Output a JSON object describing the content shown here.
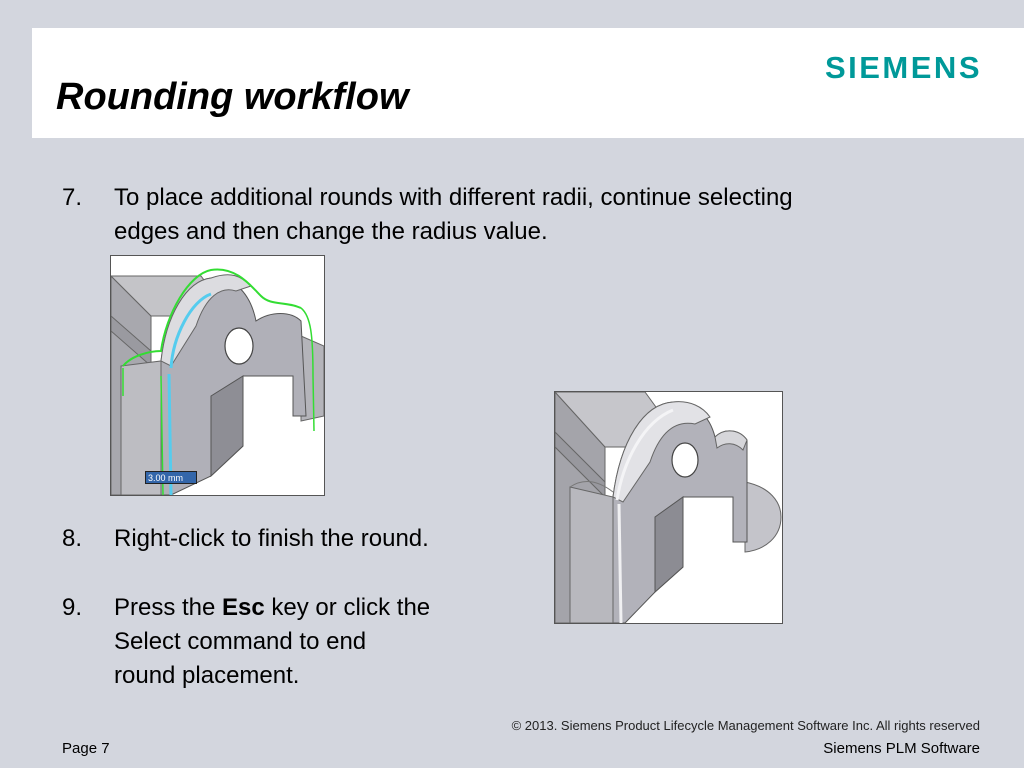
{
  "header": {
    "title": "Rounding workflow",
    "logo_text": "SIEMENS",
    "logo_color": "#009999"
  },
  "steps": [
    {
      "number": "7.",
      "lines": [
        "To place additional rounds with different radii, continue selecting",
        "edges and then change the radius value."
      ]
    },
    {
      "number": "8.",
      "lines": [
        "Right-click to finish the round."
      ]
    },
    {
      "number": "9.",
      "prefix": "Press the ",
      "key": "Esc",
      "suffix": " key or click the",
      "lines": [
        "Select command to end",
        "round placement."
      ]
    }
  ],
  "images": {
    "left": {
      "radius_readout": "3.00 mm",
      "selection_color": "#33dd33"
    },
    "right": {}
  },
  "footer": {
    "copyright": "© 2013. Siemens Product Lifecycle Management Software Inc. All rights reserved",
    "page": "Page 7",
    "company": "Siemens PLM Software"
  }
}
